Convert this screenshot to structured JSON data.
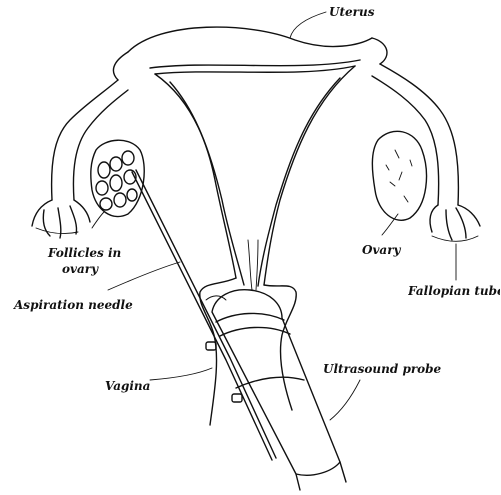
{
  "labels": {
    "uterus": "Uterus",
    "follicles": [
      "Follicles in",
      "ovary"
    ],
    "aspiration_needle": "Aspiration needle",
    "ovary": "Ovary",
    "fallopian_tube": "Fallopian tube",
    "vagina": "Vagina",
    "ultrasound_probe": "Ultrasound probe"
  },
  "colors": {
    "ink": "#111111",
    "background": "#ffffff"
  }
}
